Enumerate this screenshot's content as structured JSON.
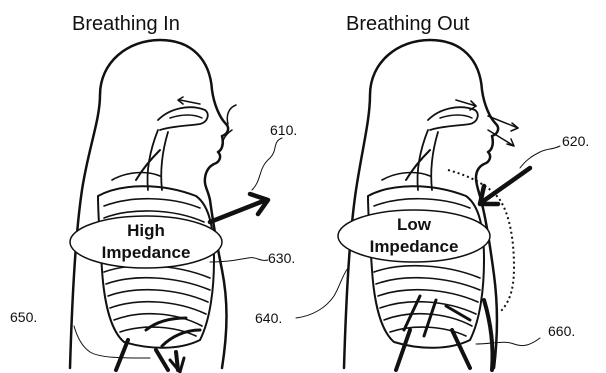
{
  "panels": {
    "left": {
      "title": "Breathing In",
      "bubble_line1": "High",
      "bubble_line2": "Impedance",
      "ref_arrow": "610.",
      "ref_bubble": "630.",
      "ref_bottom": "650."
    },
    "right": {
      "title": "Breathing Out",
      "bubble_line1": "Low",
      "bubble_line2": "Impedance",
      "ref_arrow": "620.",
      "ref_bubble": "640.",
      "ref_bottom": "660."
    }
  }
}
